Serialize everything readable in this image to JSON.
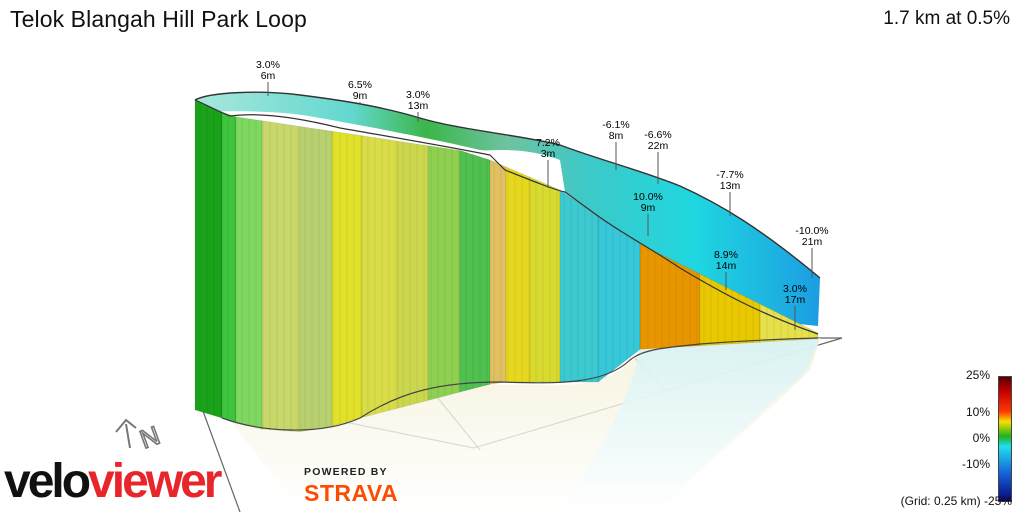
{
  "title": "Telok Blangah Hill Park Loop",
  "summary": "1.7 km at 0.5%",
  "legend": {
    "ticks": [
      "25%",
      "10%",
      "0%",
      "-10%",
      "-25%"
    ],
    "grid_note": "(Grid: 0.25 km)"
  },
  "logo": {
    "part1": "velo",
    "part2": "viewer"
  },
  "strava": {
    "powered": "POWERED BY",
    "brand": "STRAVA"
  },
  "compass_label": "N",
  "colors": {
    "climb_strong": "#1aa31a",
    "climb_light": "#c8d86a",
    "climb_yellow": "#e1e02a",
    "climb_orange": "#e89600",
    "descent": "#36c7d8",
    "descent_deep": "#1e97e0"
  },
  "chart_data": {
    "type": "area",
    "title": "Telok Blangah Hill Park Loop",
    "xlabel": "",
    "ylabel": "",
    "distance_km": 1.7,
    "avg_grade_pct": 0.5,
    "color_scale_pct": [
      -25,
      -10,
      0,
      10,
      25
    ],
    "grid_km": 0.25,
    "annotations": [
      {
        "grade": "3.0%",
        "length": "6m"
      },
      {
        "grade": "6.5%",
        "length": "9m"
      },
      {
        "grade": "3.0%",
        "length": "13m"
      },
      {
        "grade": "7.2%",
        "length": "3m"
      },
      {
        "grade": "-6.1%",
        "length": "8m"
      },
      {
        "grade": "-6.6%",
        "length": "22m"
      },
      {
        "grade": "10.0%",
        "length": "9m"
      },
      {
        "grade": "-7.7%",
        "length": "13m"
      },
      {
        "grade": "8.9%",
        "length": "14m"
      },
      {
        "grade": "-10.0%",
        "length": "21m"
      },
      {
        "grade": "3.0%",
        "length": "17m"
      }
    ]
  }
}
